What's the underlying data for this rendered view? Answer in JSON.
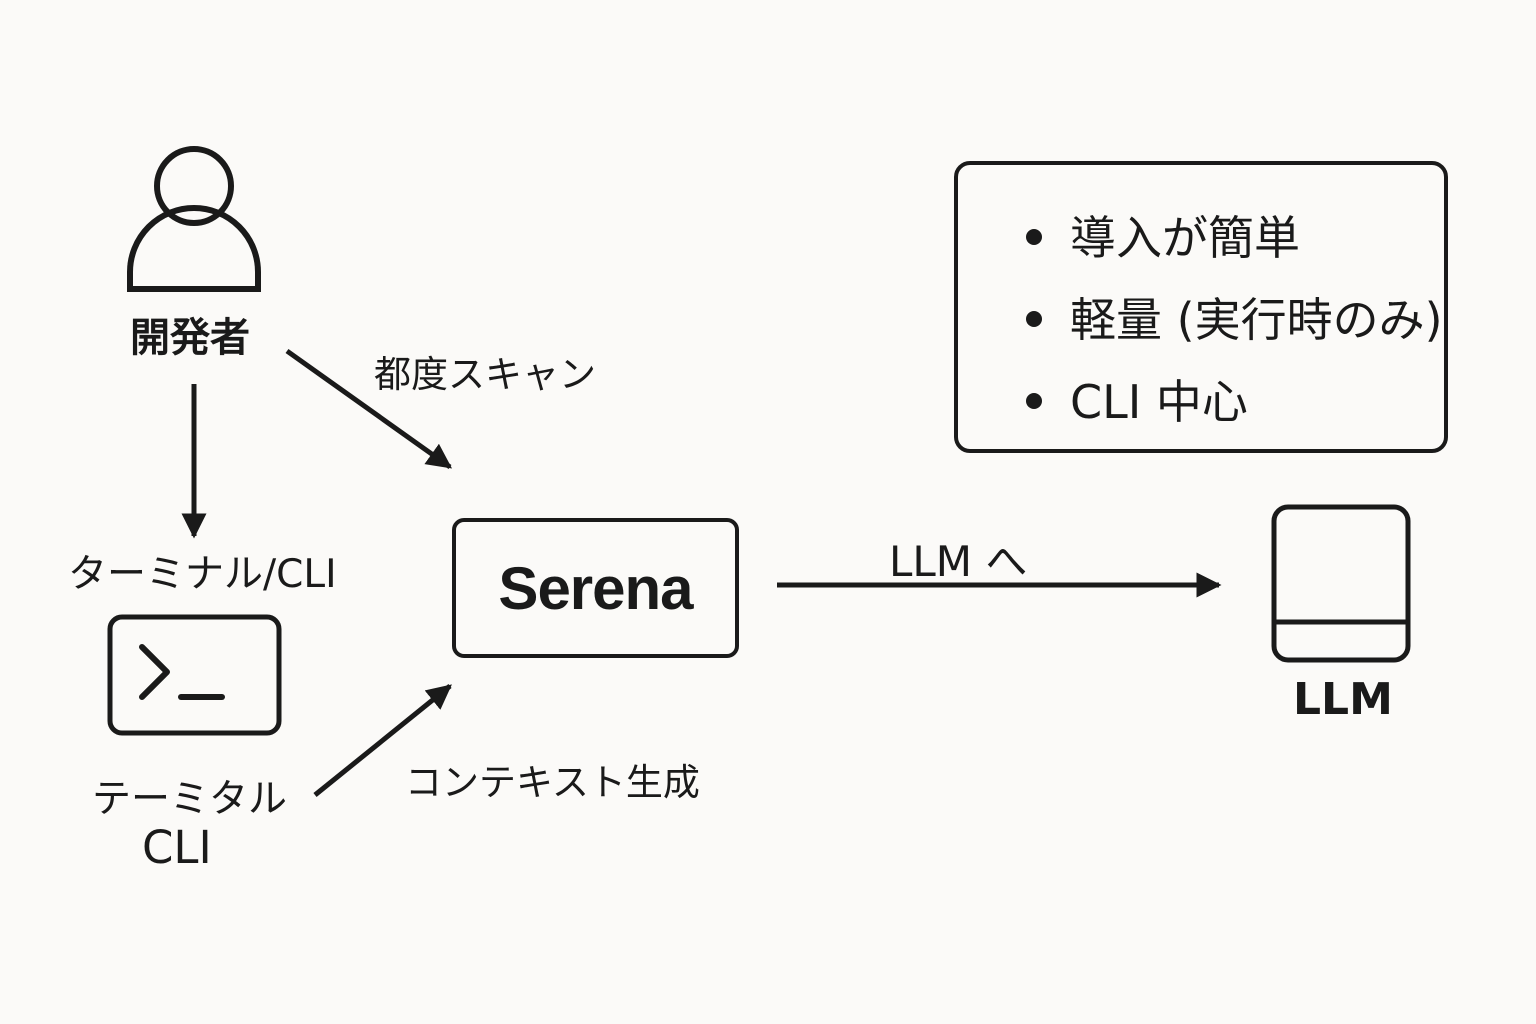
{
  "diagram": {
    "developer": {
      "icon": "person-icon",
      "label": "開発者"
    },
    "terminal": {
      "icon": "terminal-prompt-icon",
      "label_top": "ターミナル/CLI",
      "label_bottom_line1": "テーミタル",
      "label_bottom_line2": "CLI"
    },
    "serena": {
      "label": "Serena"
    },
    "llm": {
      "icon": "llm-device-icon",
      "label": "LLM"
    },
    "edges": {
      "scan_label": "都度スキャン",
      "context_label": "コンテキスト生成",
      "to_llm_label": "LLM へ"
    },
    "features": {
      "items": [
        "導入が簡単",
        "軽量 (実行時のみ)",
        "CLI 中心"
      ]
    },
    "colors": {
      "ink": "#1a1a1a",
      "background": "#fbfaf8"
    }
  }
}
